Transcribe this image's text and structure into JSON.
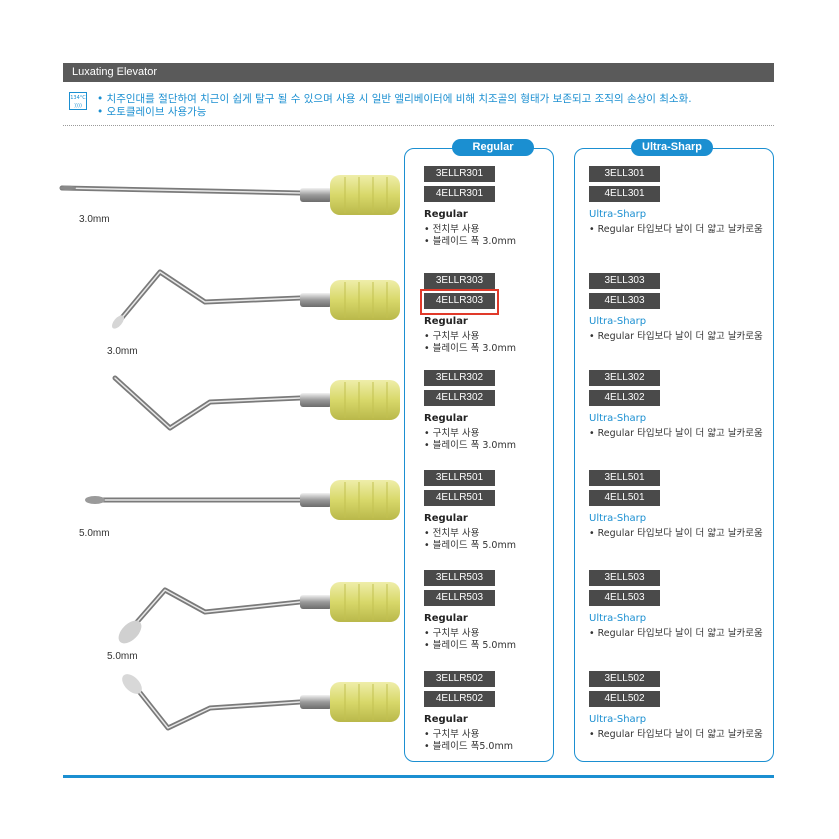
{
  "header": {
    "title": "Luxating Elevator"
  },
  "temp_icon": {
    "line1": "134°C",
    "line2": "))))"
  },
  "description": {
    "line1": "• 치주인대를 절단하여 치근이 쉽게 탈구 될 수 있으며 사용 시 일반 엘리베이터에 비해 치조골의 형태가 보존되고 조직의 손상이 최소화.",
    "line2": "• 오토클레이브 사용가능"
  },
  "panels": {
    "regular_label": "Regular",
    "ultra_label": "Ultra-Sharp"
  },
  "dimensions": [
    "3.0mm",
    "3.0mm",
    "5.0mm",
    "5.0mm"
  ],
  "products": [
    {
      "reg_codes": [
        "3ELLR301",
        "4ELLR301"
      ],
      "reg_type": "Regular",
      "reg_bullets": [
        "• 전치부 사용",
        "• 블레이드 폭 3.0mm"
      ],
      "us_codes": [
        "3ELL301",
        "4ELL301"
      ],
      "us_type": "Ultra-Sharp",
      "us_bullets": [
        "• Regular 타입보다 날이 더 얇고 날카로움"
      ]
    },
    {
      "reg_codes": [
        "3ELLR303",
        "4ELLR303"
      ],
      "reg_type": "Regular",
      "reg_bullets": [
        "• 구치부 사용",
        "• 블레이드 폭 3.0mm"
      ],
      "us_codes": [
        "3ELL303",
        "4ELL303"
      ],
      "us_type": "Ultra-Sharp",
      "us_bullets": [
        "• Regular 타입보다 날이 더 얇고 날카로움"
      ]
    },
    {
      "reg_codes": [
        "3ELLR302",
        "4ELLR302"
      ],
      "reg_type": "Regular",
      "reg_bullets": [
        "• 구치부 사용",
        "• 블레이드 폭 3.0mm"
      ],
      "us_codes": [
        "3ELL302",
        "4ELL302"
      ],
      "us_type": "Ultra-Sharp",
      "us_bullets": [
        "• Regular 타입보다 날이 더 얇고 날카로움"
      ]
    },
    {
      "reg_codes": [
        "3ELLR501",
        "4ELLR501"
      ],
      "reg_type": "Regular",
      "reg_bullets": [
        "• 전치부 사용",
        "• 블레이드 폭 5.0mm"
      ],
      "us_codes": [
        "3ELL501",
        "4ELL501"
      ],
      "us_type": "Ultra-Sharp",
      "us_bullets": [
        "• Regular 타입보다 날이 더 얇고 날카로움"
      ]
    },
    {
      "reg_codes": [
        "3ELLR503",
        "4ELLR503"
      ],
      "reg_type": "Regular",
      "reg_bullets": [
        "• 구치부 사용",
        "• 블레이드 폭 5.0mm"
      ],
      "us_codes": [
        "3ELL503",
        "4ELL503"
      ],
      "us_type": "Ultra-Sharp",
      "us_bullets": [
        "• Regular 타입보다 날이 더 얇고 날카로움"
      ]
    },
    {
      "reg_codes": [
        "3ELLR502",
        "4ELLR502"
      ],
      "reg_type": "Regular",
      "reg_bullets": [
        "• 구치부 사용",
        "• 블레이드 폭5.0mm"
      ],
      "us_codes": [
        "3ELL502",
        "4ELL502"
      ],
      "us_type": "Ultra-Sharp",
      "us_bullets": [
        "• Regular 타입보다 날이 더 얇고 날카로움"
      ]
    }
  ],
  "colors": {
    "accent": "#1b8fd1",
    "header_bg": "#5a5a5a",
    "code_bg": "#4a4a4a",
    "handle": "#d8d86a",
    "highlight": "#e03a2a"
  }
}
